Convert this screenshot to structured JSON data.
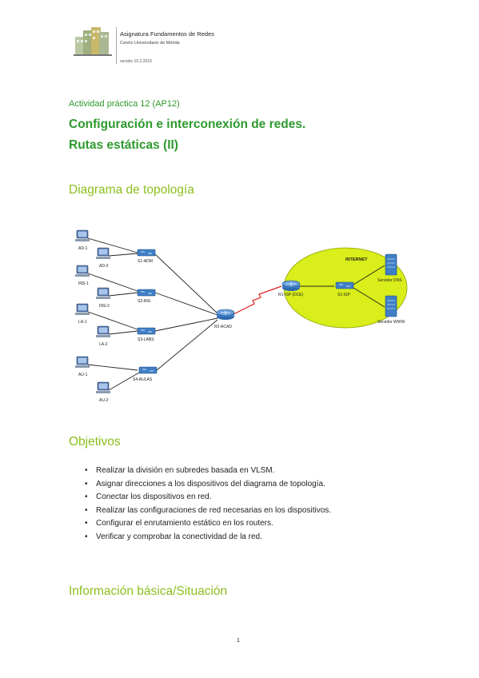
{
  "header": {
    "course": "Asignatura Fundamentos de Redes",
    "center": "Centro Universitario de Mérida",
    "version": "versión 10.2.2023",
    "logo_text": "Centro Universitario de Mérida"
  },
  "activity_label": "Actividad práctica 12 (AP12)",
  "title_line1": "Configuración e interconexión de redes.",
  "title_line2": "Rutas estáticas (II)",
  "sections": {
    "topology": "Diagrama de topología",
    "objectives": "Objetivos",
    "background": "Información básica/Situación"
  },
  "diagram": {
    "pcs": [
      "AD-1",
      "AD-2",
      "INS-1",
      "INS-2",
      "LA-1",
      "LA-2",
      "AU-1",
      "AU-2"
    ],
    "switches": [
      "S1-ADM",
      "S2-INS",
      "S3-LABS",
      "S4-AULAS",
      "S1-ISP"
    ],
    "routers": [
      "R2-ACAD",
      "R1-ISP (DCE)"
    ],
    "servers": [
      "Servidor DNS",
      "Servidor WWW"
    ],
    "cloud_label": "INTERNET",
    "cloud_color": "#d9ee1a",
    "serial_link_color": "#e02020"
  },
  "objectives": [
    "Realizar la división en subredes basada en VLSM.",
    "Asignar direcciones a los dispositivos del diagrama de topología.",
    "Conectar los dispositivos en red.",
    "Realizar las configuraciones de red necesarias en los dispositivos.",
    "Configurar el enrutamiento estático en los routers.",
    "Verificar y comprobar la conectividad de la red."
  ],
  "page_number": "1"
}
